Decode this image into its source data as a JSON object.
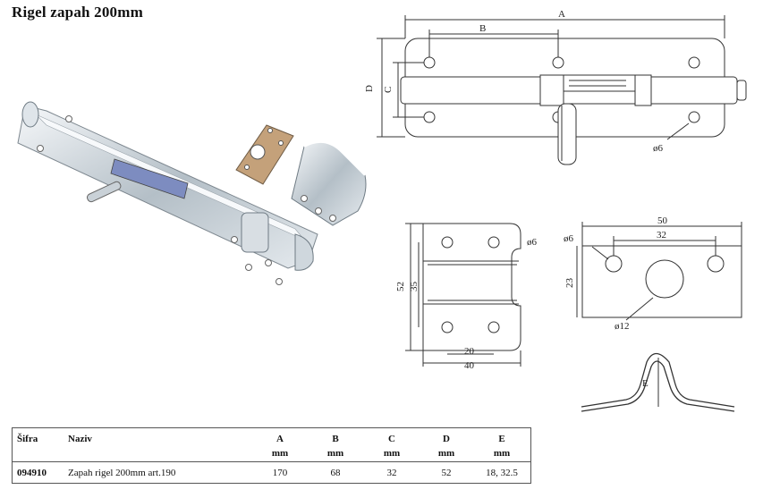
{
  "title": "Rigel zapah 200mm",
  "drawing_labels": {
    "A": "A",
    "B": "B",
    "C": "C",
    "D": "D",
    "E": "E",
    "hole_top": "ø6",
    "plate_w": "40",
    "plate_inner": "20",
    "plate_h": "52",
    "plate_h_inner": "35",
    "plate_hole": "ø6",
    "keeper_w": "50",
    "keeper_inner": "32",
    "keeper_h": "23",
    "keeper_hole_small": "ø6",
    "keeper_hole_big": "ø12"
  },
  "table": {
    "headers": {
      "code": "Šifra",
      "name": "Naziv",
      "a": "A",
      "b": "B",
      "c": "C",
      "d": "D",
      "e": "E"
    },
    "units": {
      "a": "mm",
      "b": "mm",
      "c": "mm",
      "d": "mm",
      "e": "mm"
    },
    "rows": [
      {
        "code": "094910",
        "name": "Zapah rigel 200mm art.190",
        "a": "170",
        "b": "68",
        "c": "32",
        "d": "52",
        "e": "18, 32.5"
      }
    ]
  },
  "colors": {
    "metal_light": "#e9eef2",
    "metal_mid": "#b9c4cc",
    "metal_dark": "#6f7b84",
    "line": "#333333"
  }
}
